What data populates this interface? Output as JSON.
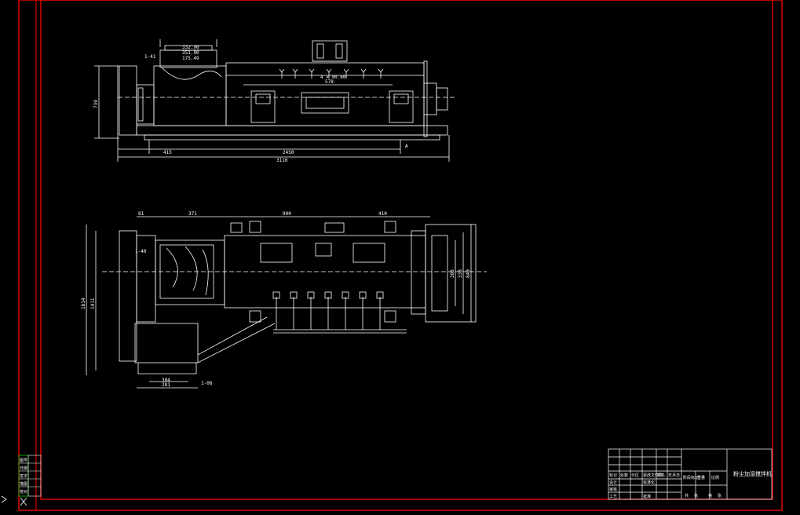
{
  "drawing": {
    "frame_color": "#ff0000",
    "line_color": "#ffffff",
    "background": "#000000",
    "margin_stamp_color": "#00cc00"
  },
  "front_view": {
    "dims": {
      "overall_length": "3110",
      "left_segment": "415",
      "mid_segment": "2450",
      "height": "739",
      "marker": "A",
      "top_left_tag": "1-41",
      "top_dims": [
        "332.90",
        "351.90",
        "175.49"
      ],
      "center_dim": "578",
      "center_dim2": "4 × 90.60"
    }
  },
  "plan_view": {
    "dims": {
      "top_a": "81",
      "top_b": "371",
      "top_c": "900",
      "top_d": "410",
      "left_outer": "1614",
      "left_inner": "1411",
      "right_a": "383",
      "right_b": "338",
      "right_c": "840",
      "bottom_a": "304",
      "bottom_b": "281",
      "tag_left": "1-40",
      "tag_bottom": "1-06"
    }
  },
  "title_block": {
    "title": "粉尘加湿搅拌机",
    "header_cells": [
      "标记",
      "处数",
      "分区",
      "更改文件号",
      "签名",
      "年月日"
    ],
    "left_labels": [
      "设计",
      "审核",
      "工艺"
    ],
    "std_label": "标准化",
    "approve_label": "批准",
    "stage_cells": [
      "阶段标记",
      "重量",
      "比例"
    ],
    "sheet_cells": [
      "共",
      "张",
      "第",
      "张"
    ]
  },
  "margin_stamp": {
    "rows": [
      "图号",
      "日期",
      "签字",
      "描图",
      "校对"
    ]
  }
}
